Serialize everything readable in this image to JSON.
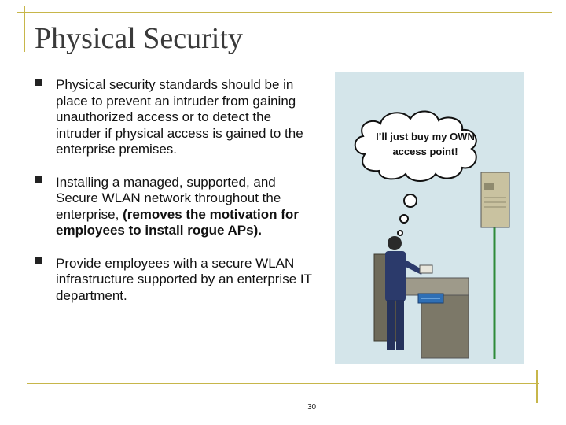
{
  "slide": {
    "title": "Physical Security",
    "page_number": "30"
  },
  "bullets": [
    {
      "text": "Physical security standards should be in place to prevent an intruder from gaining unauthorized access or to detect the intruder if physical access is gained to the enterprise premises."
    },
    {
      "text": "Installing a managed, supported, and Secure WLAN network throughout the enterprise,",
      "bold_text": "(removes the motivation for employees to install rogue APs)."
    },
    {
      "text": "Provide employees with a secure WLAN infrastructure supported by an enterprise IT department."
    }
  ],
  "illustration": {
    "thought_bubble": "I’ll just buy my OWN access point!",
    "colors": {
      "background": "#d4e5ea",
      "cable": "#2e8b3a",
      "suit": "#2b3a6b",
      "accent_rule": "#c7b64a"
    }
  }
}
